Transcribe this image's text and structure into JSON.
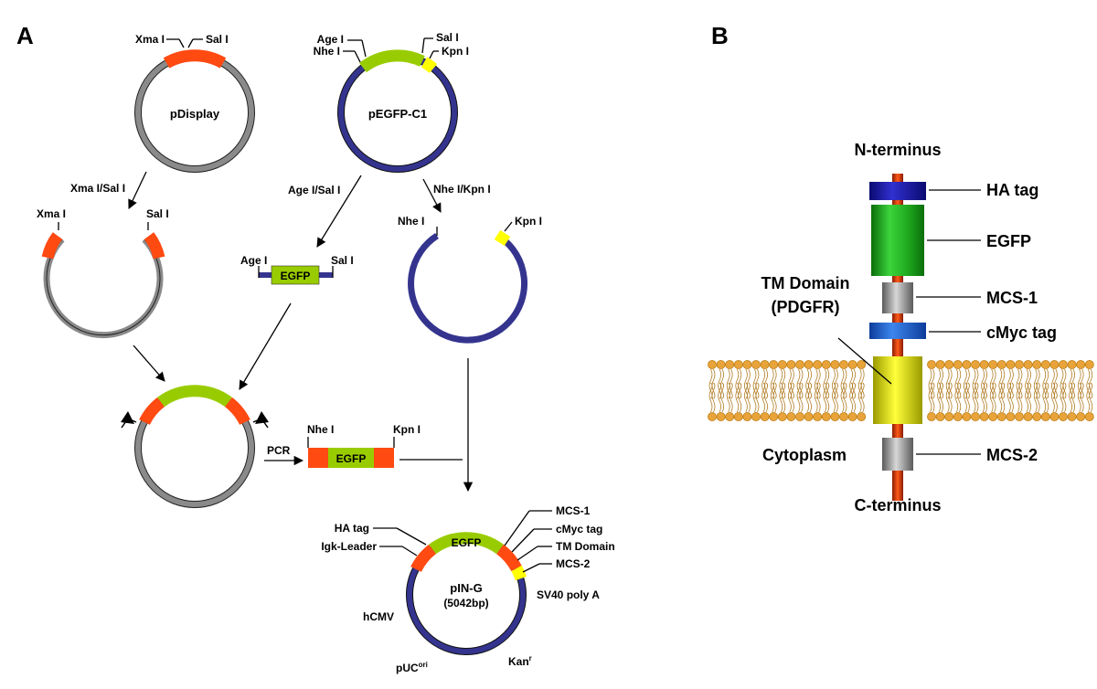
{
  "panel_labels": {
    "a": "A",
    "b": "B"
  },
  "colors": {
    "pdisplay_backbone": "#8a8a8a",
    "pegfp_backbone": "#34348f",
    "red_segment": "#ff4a12",
    "egfp_green": "#99cc00",
    "kpn_yellow": "#ffff00",
    "membrane_orange": "#e8a43a",
    "axis_red": "#cc3300",
    "ha_blue": "#1a1aa8",
    "cmyc_blue": "#1a5fd6",
    "tm_yellow": "#e8e800",
    "egfp_block_green": "#1fa81f",
    "mcs_gray": "#999999"
  },
  "panel_a": {
    "pdisplay": {
      "name": "pDisplay",
      "site_left": "Xma I",
      "site_right": "Sal I"
    },
    "pegfp": {
      "name": "pEGFP-C1",
      "site_age": "Age I",
      "site_nhe": "Nhe I",
      "site_sal": "Sal I",
      "site_kpn": "Kpn I"
    },
    "digest_pdisplay": "Xma I/Sal I",
    "digest_egfp": "Age I/Sal I",
    "digest_nhe_kpn": "Nhe I/Kpn I",
    "cut_pdisplay": {
      "left": "Xma I",
      "right": "Sal I"
    },
    "fragment": {
      "label": "EGFP",
      "left": "Age I",
      "right": "Sal I"
    },
    "cut_pegfp": {
      "left": "Nhe I",
      "right": "Kpn I"
    },
    "pcr": {
      "label": "PCR",
      "insert": "EGFP",
      "left": "Nhe I",
      "right": "Kpn I"
    },
    "final": {
      "name": "pIN-G",
      "size": "(5042bp)",
      "egfp": "EGFP",
      "ha_tag": "HA tag",
      "igk": "Igk-Leader",
      "mcs1": "MCS-1",
      "cmyc": "cMyc tag",
      "tm": "TM Domain",
      "mcs2": "MCS-2",
      "sv40": "SV40 poly A",
      "hcmv": "hCMV",
      "puc": "pUC",
      "puc_sup": "ori",
      "kan": "Kan",
      "kan_sup": "r"
    }
  },
  "panel_b": {
    "n_terminus": "N-terminus",
    "c_terminus": "C-terminus",
    "ha_tag": "HA tag",
    "egfp": "EGFP",
    "mcs1": "MCS-1",
    "cmyc": "cMyc tag",
    "tm_line1": "TM Domain",
    "tm_line2": "(PDGFR)",
    "cytoplasm": "Cytoplasm",
    "mcs2": "MCS-2"
  }
}
